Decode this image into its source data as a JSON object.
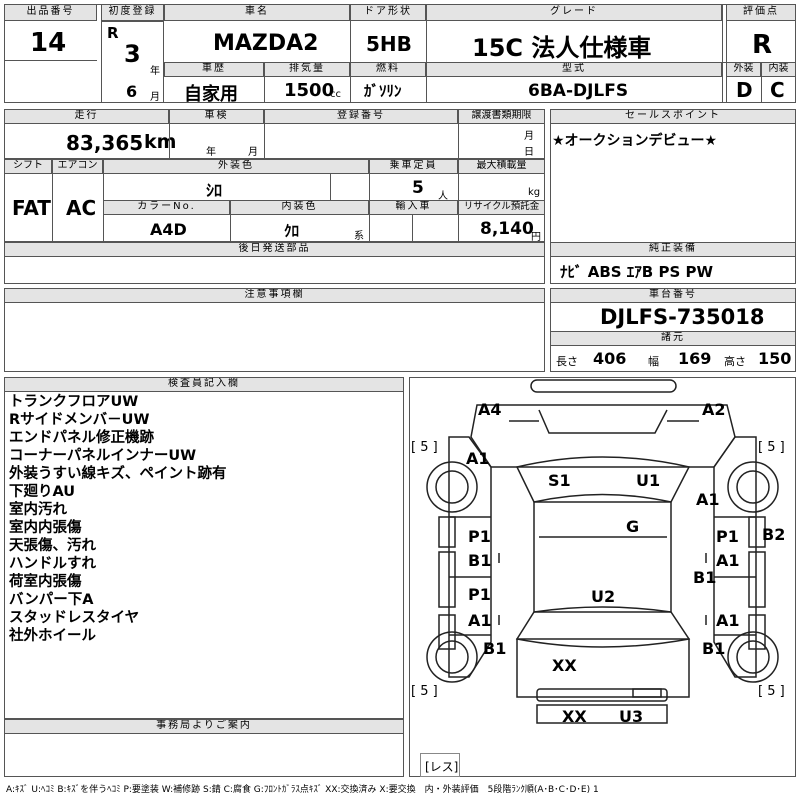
{
  "header": {
    "lot_no": {
      "label": "出品番号",
      "value": "14"
    },
    "first_reg": {
      "label": "初度登録",
      "era": "R",
      "year": "3",
      "year_unit": "年",
      "month": "6",
      "month_unit": "月"
    },
    "car_name": {
      "label": "車名",
      "value": "MAZDA2"
    },
    "door": {
      "label": "ドア形状",
      "value": "5HB"
    },
    "grade": {
      "label": "グレード",
      "value": "15C 法人仕様車"
    },
    "score": {
      "label": "評価点",
      "value": "R"
    },
    "history": {
      "label": "車歴",
      "value": "自家用"
    },
    "displacement": {
      "label": "排気量",
      "value": "1500",
      "unit": "cc"
    },
    "fuel": {
      "label": "燃料",
      "value": "ｶﾞｿﾘﾝ"
    },
    "model_code": {
      "label": "型式",
      "value": "6BA-DJLFS"
    },
    "exterior": {
      "label": "外装",
      "value": "D"
    },
    "interior": {
      "label": "内装",
      "value": "C"
    }
  },
  "row2": {
    "mileage": {
      "label": "走行",
      "value": "83,365",
      "unit": "km"
    },
    "inspection": {
      "label": "車検",
      "year_unit": "年",
      "month_unit": "月"
    },
    "reg_no": {
      "label": "登録番号",
      "value": ""
    },
    "transfer": {
      "label": "譲渡書類期限",
      "month_unit": "月",
      "day_unit": "日"
    },
    "sales_point": {
      "label": "セールスポイント",
      "value": "★オークションデビュー★"
    }
  },
  "row3": {
    "shift": {
      "label": "シフト",
      "value": "FAT"
    },
    "aircon": {
      "label": "エアコン",
      "value": "AC"
    },
    "ext_color": {
      "label": "外装色",
      "value": "ｼﾛ"
    },
    "capacity": {
      "label": "乗車定員",
      "value": "5",
      "unit": "人"
    },
    "max_load": {
      "label": "最大積載量",
      "unit": "kg"
    },
    "color_no": {
      "label": "カラーNo.",
      "value": "A4D"
    },
    "int_color": {
      "label": "内装色",
      "value": "ｸﾛ",
      "unit": "系"
    },
    "import": {
      "label": "輸入車",
      "value": ""
    },
    "recycle": {
      "label": "リサイクル預託金",
      "value": "8,140",
      "unit": "円"
    }
  },
  "later_parts": {
    "label": "後日発送部品",
    "value": ""
  },
  "equipment": {
    "label": "純正装備",
    "value": "ﾅﾋﾞ ABS ｴｱB PS PW"
  },
  "caution": {
    "label": "注意事項欄",
    "value": ""
  },
  "chassis": {
    "label": "車台番号",
    "value": "DJLFS-735018"
  },
  "specs": {
    "label": "諸元",
    "length_label": "長さ",
    "length": "406",
    "width_label": "幅",
    "width": "169",
    "height_label": "高さ",
    "height": "150"
  },
  "inspector": {
    "label": "検査員記入欄",
    "notes": [
      "トランクフロアUW",
      "Rサイドメンバ－UW",
      "エンドパネル修正機跡",
      "コーナーパネルインナーUW",
      "外装うすい線キズ、ペイント跡有",
      "下廻りAU",
      "室内汚れ",
      "室内内張傷",
      "天張傷、汚れ",
      "ハンドルすれ",
      "荷室内張傷",
      "バンパー下A",
      "スタッドレスタイヤ",
      "社外ホイール"
    ]
  },
  "office": {
    "label": "事務局よりご案内",
    "value": ""
  },
  "diagram": {
    "tire_labels": [
      "[ 5 ]",
      "[ 5 ]",
      "[ 5 ]",
      "[ 5 ]"
    ],
    "marks": {
      "a4": "A4",
      "a2": "A2",
      "a1_fl": "A1",
      "s1": "S1",
      "u1": "U1",
      "a1_fr": "A1",
      "g": "G",
      "p1_l1": "P1",
      "b1_l1": "B1",
      "p1_r": "P1",
      "a1_r1": "A1",
      "b2": "B2",
      "b1_r": "B1",
      "p1_l2": "P1",
      "a1_l2": "A1",
      "u2": "U2",
      "a1_r2": "A1",
      "b1_rl": "B1",
      "b1_rr": "B1",
      "xx_trunk": "XX",
      "xx_rear": "XX",
      "u3": "U3"
    },
    "other": "[レス]"
  },
  "legend": "A:ｷｽﾞ U:ﾍｺﾐ B:ｷｽﾞを伴うﾍｺﾐ P:要塗装 W:補修跡 S:錆 C:腐食 G:ﾌﾛﾝﾄｶﾞﾗｽ点ｷｽﾞ XX:交換済み X:要交換　内・外装評価　5段階ﾗﾝｸ順(A･B･C･D･E) 1"
}
